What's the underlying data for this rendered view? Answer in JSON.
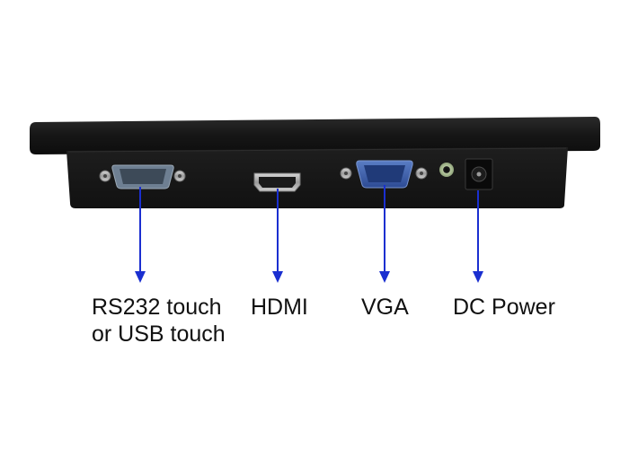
{
  "labels": {
    "rs232_line1": "RS232 touch",
    "rs232_line2": "or USB touch",
    "hdmi": "HDMI",
    "vga": "VGA",
    "dc_power": "DC Power"
  },
  "colors": {
    "background": "#ffffff",
    "device_body": "#141414",
    "arrow": "#1a2fd0",
    "vga_port": "#3a5fae",
    "label_text": "#111111"
  },
  "icons": [
    "serial-port-icon",
    "hdmi-port-icon",
    "vga-port-icon",
    "audio-jack-icon",
    "dc-jack-icon",
    "arrow-down-icon"
  ]
}
